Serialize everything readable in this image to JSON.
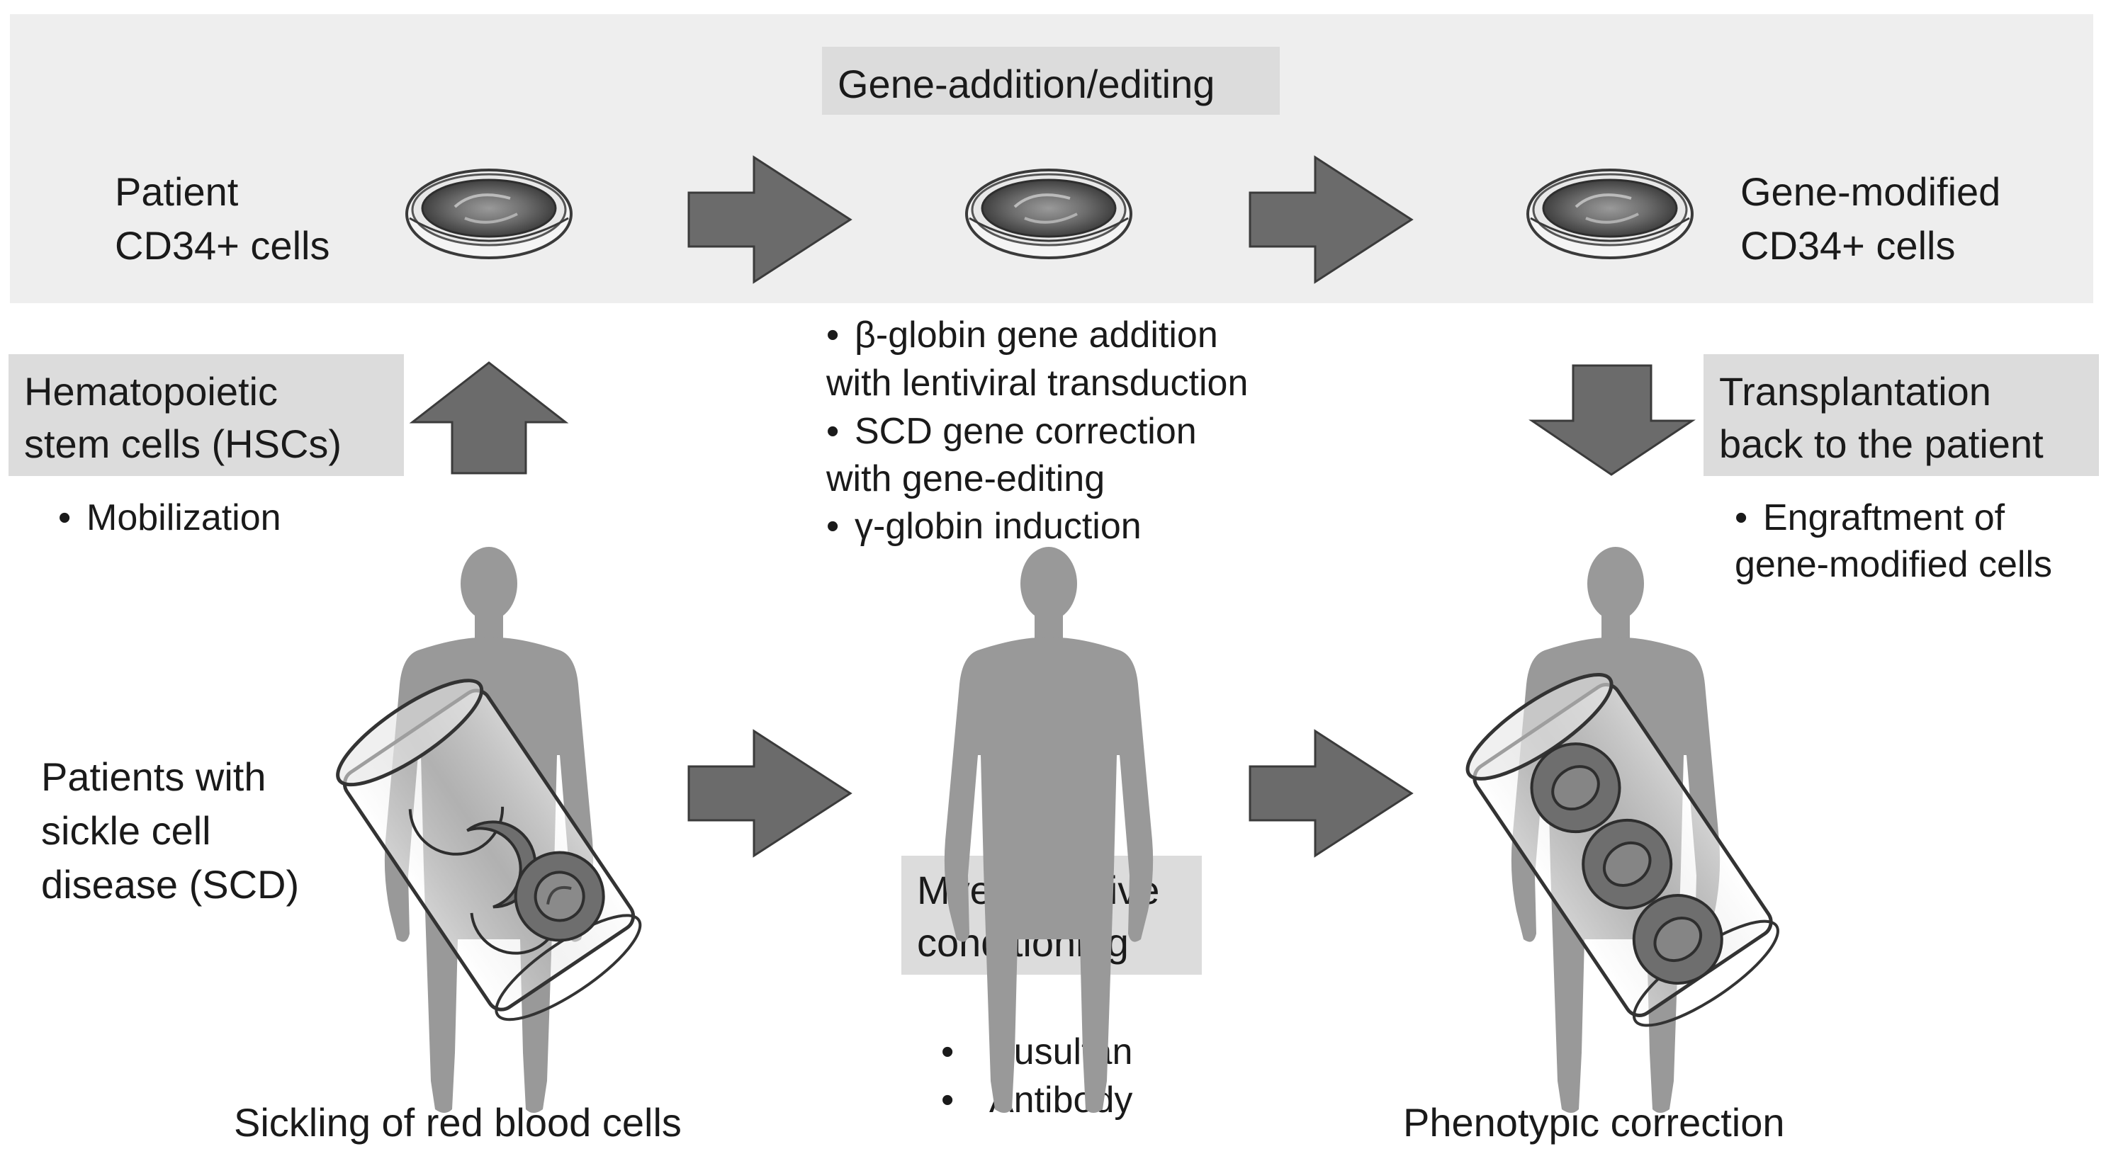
{
  "top_band": {
    "title": "Gene-addition/editing",
    "left_label": [
      "Patient",
      "CD34+ cells"
    ],
    "right_label": [
      "Gene-modified",
      "CD34+ cells"
    ]
  },
  "hsc": {
    "label": [
      "Hematopoietic",
      "stem cells (HSCs)"
    ],
    "bullet": "Mobilization"
  },
  "methods": [
    "β-globin gene addition",
    "with lentiviral transduction",
    "SCD gene correction",
    "with gene-editing",
    "γ-globin induction"
  ],
  "transplant": {
    "label": [
      "Transplantation",
      "back to the patient"
    ],
    "bullet": [
      "Engraftment of",
      "gene-modified cells"
    ]
  },
  "patients": {
    "label": [
      "Patients with",
      "sickle cell",
      "disease (SCD)"
    ],
    "caption": "Sickling of red blood cells"
  },
  "conditioning": {
    "label": [
      "Myeloablative",
      "conditioning"
    ],
    "agents": [
      "Busulfan",
      "Antibody"
    ]
  },
  "outcome": {
    "caption": "Phenotypic correction"
  },
  "colors": {
    "arrow": "#6b6b6b",
    "figure": "#999999",
    "band": "#eeeeee",
    "label_box": "#dcdcdc"
  }
}
